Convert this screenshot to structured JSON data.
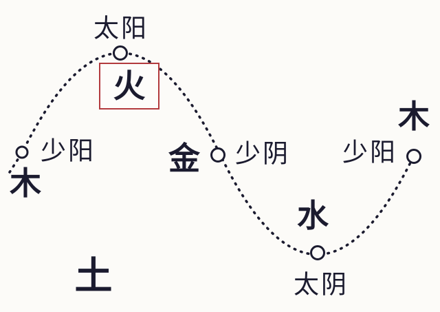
{
  "colors": {
    "ink": "#1b1b2f",
    "highlight_box_red": "#b23a3e",
    "background": "#fcfbf8"
  },
  "labels": {
    "taiyang": "太阳",
    "fire": "火",
    "shaoyang_left": "少阳",
    "wood_left": "木",
    "metal": "金",
    "shaoyin": "少阴",
    "wood_right": "木",
    "shaoyang_right": "少阳",
    "water": "水",
    "taiyin": "太阴",
    "earth": "土"
  },
  "diagram": {
    "type": "yin-yang five-elements wave diagram",
    "curve_style": "dotted sine wave",
    "nodes_on_curve": [
      "shaoyang_left",
      "taiyang_peak",
      "shaoyin_mid",
      "taiyin_trough",
      "shaoyang_right"
    ],
    "highlighted_element": "火"
  }
}
